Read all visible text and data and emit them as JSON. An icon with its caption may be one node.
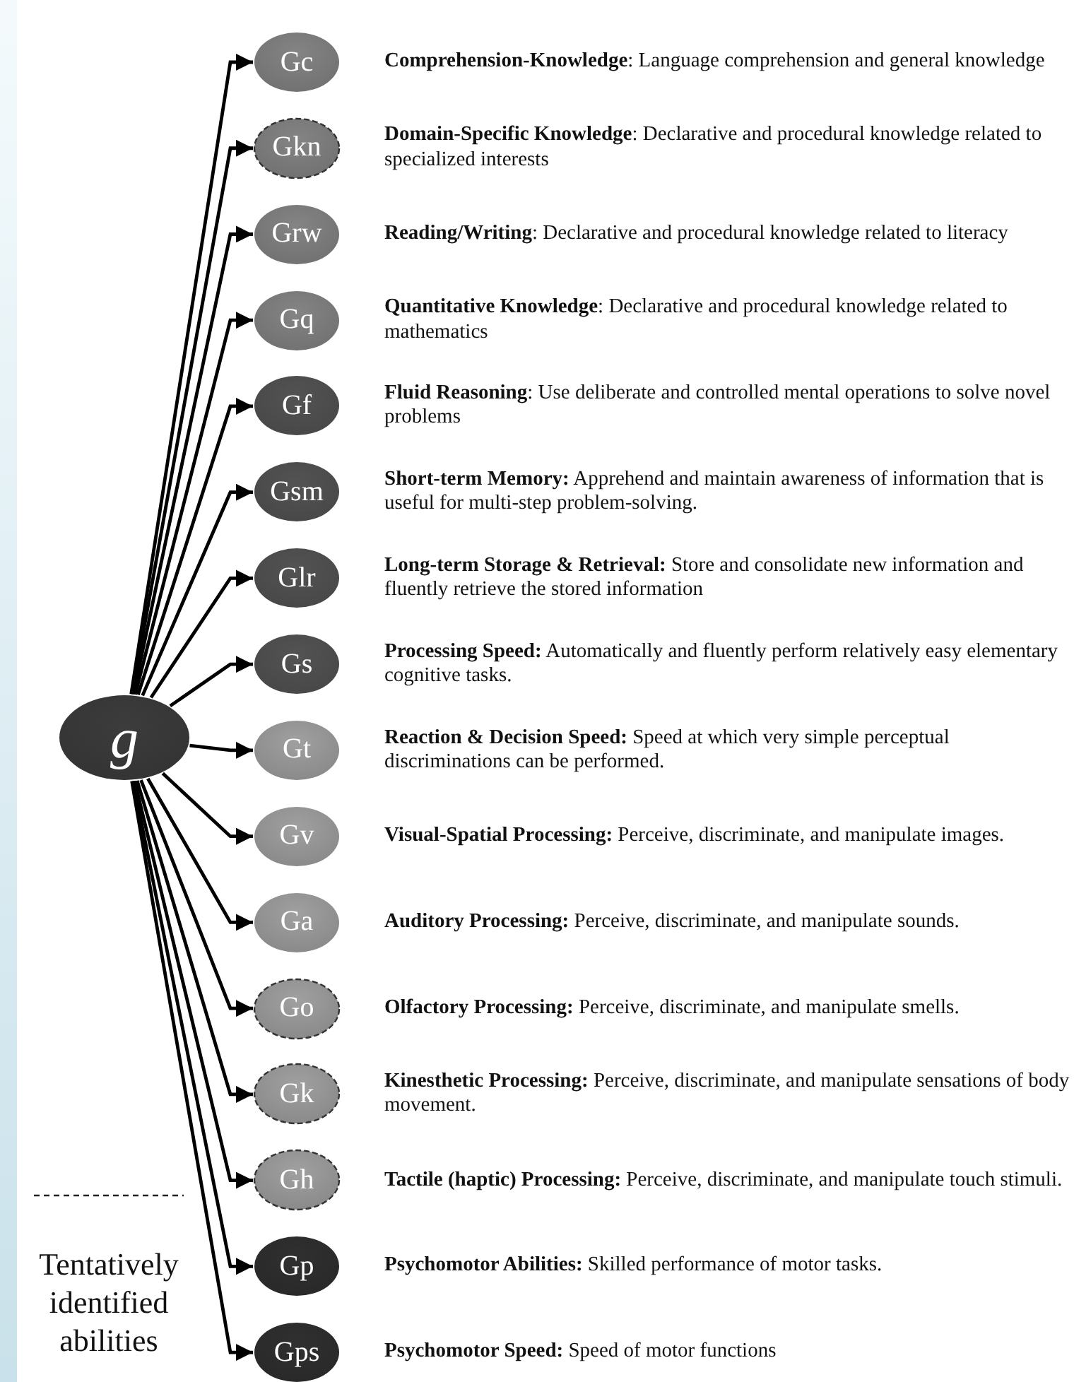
{
  "diagram": {
    "nodes": [
      {
        "text": [
          "g"
        ]
      },
      {
        "text": [
          "Gc"
        ],
        "beside": [
          "**Comprehension-Knowledge**: Language comprehension and general knowledge"
        ]
      },
      {
        "text": [
          "Gkn"
        ],
        "beside": [
          "**Domain-Specific Knowledge**: Declarative and procedural knowledge related to specialized interests"
        ]
      },
      {
        "text": [
          "Grw"
        ],
        "beside": [
          "**Reading/Writing**: Declarative and procedural knowledge related to literacy"
        ]
      },
      {
        "text": [
          "Gq"
        ],
        "beside": [
          "**Quantitative Knowledge**: Declarative and procedural knowledge related to mathematics"
        ]
      },
      {
        "text": [
          "Gf"
        ],
        "beside": [
          "**Fluid Reasoning**: Use deliberate and controlled mental operations to solve novel problems"
        ]
      },
      {
        "text": [
          "Gsm"
        ],
        "beside": [
          "**Short-term Memory:** Apprehend and maintain awareness of information that is useful for multi-step problem-solving."
        ]
      },
      {
        "text": [
          "Glr"
        ],
        "beside": [
          "**Long-term Storage & Retrieval:** Store and consolidate new information and fluently retrieve the stored information"
        ]
      },
      {
        "text": [
          "Gs"
        ],
        "beside": [
          "**Processing Speed:** Automatically and fluently perform relatively easy elementary cognitive tasks."
        ]
      },
      {
        "text": [
          "Gt"
        ],
        "beside": [
          "**Reaction & Decision Speed:** Speed at which very simple perceptual discriminations can be performed."
        ]
      },
      {
        "text": [
          "Gv"
        ],
        "beside": [
          "**Visual-Spatial Processing:** Perceive, discriminate, and manipulate images."
        ]
      },
      {
        "text": [
          "Ga"
        ],
        "beside": [
          "**Auditory Processing:** Perceive, discriminate, and manipulate sounds."
        ]
      },
      {
        "text": [
          "Go"
        ],
        "beside": [
          "**Olfactory Processing:** Perceive, discriminate, and manipulate smells."
        ]
      },
      {
        "text": [
          "Gk"
        ],
        "beside": [
          "**Kinesthetic Processing:** Perceive, discriminate, and manipulate sensations of body movement."
        ]
      },
      {
        "text": [
          "Gh"
        ],
        "beside": [
          "**Tactile (haptic) Processing:** Perceive, discriminate, and manipulate touch stimuli."
        ]
      },
      {
        "text": [
          "Gp"
        ],
        "beside": [
          "**Psychomotor Abilities:** Skilled performance of motor tasks."
        ]
      },
      {
        "text": [
          "Gps"
        ],
        "beside": [
          "**Psychomotor Speed:** Speed of motor functions"
        ]
      }
    ],
    "edges": [
      {
        "from": 0,
        "to": 1,
        "arrow": "to"
      },
      {
        "from": 0,
        "to": 2,
        "arrow": "to"
      },
      {
        "from": 0,
        "to": 3,
        "arrow": "to"
      },
      {
        "from": 0,
        "to": 4,
        "arrow": "to"
      },
      {
        "from": 0,
        "to": 5,
        "arrow": "to"
      },
      {
        "from": 0,
        "to": 6,
        "arrow": "to"
      },
      {
        "from": 0,
        "to": 7,
        "arrow": "to"
      },
      {
        "from": 0,
        "to": 8,
        "arrow": "to"
      },
      {
        "from": 0,
        "to": 9,
        "arrow": "to"
      },
      {
        "from": 0,
        "to": 10,
        "arrow": "to"
      },
      {
        "from": 0,
        "to": 11,
        "arrow": "to"
      },
      {
        "from": 0,
        "to": 12,
        "arrow": "to"
      },
      {
        "from": 0,
        "to": 13,
        "arrow": "to"
      },
      {
        "from": 0,
        "to": 14,
        "arrow": "to"
      },
      {
        "from": 0,
        "to": 15,
        "arrow": "to"
      },
      {
        "from": 0,
        "to": 16,
        "arrow": "to"
      }
    ],
    "legend": [
      {
        "text": "Tentatively identified abilities"
      }
    ]
  }
}
